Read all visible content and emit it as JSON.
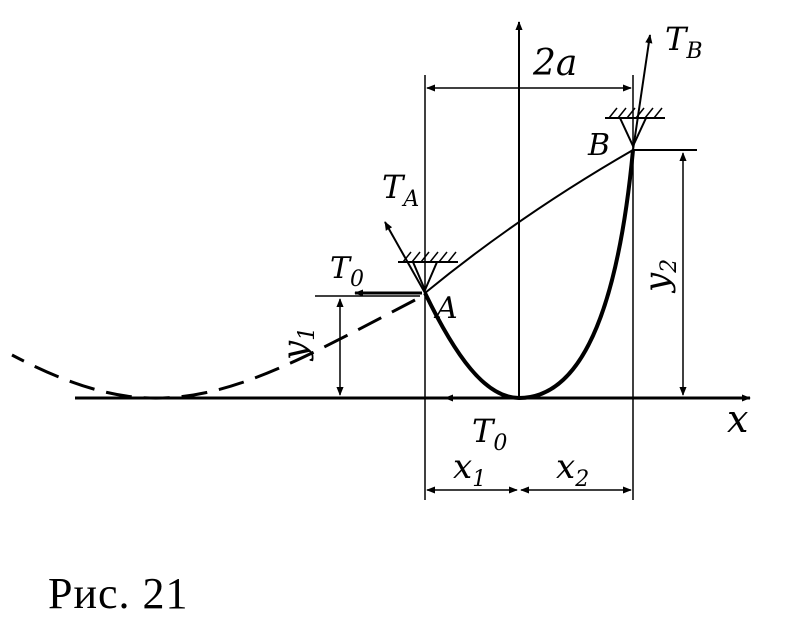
{
  "labels": {
    "width": "2a",
    "tension_b": "T",
    "tension_b_sub": "B",
    "tension_a": "T",
    "tension_a_sub": "A",
    "horizontal_at_a": "T",
    "horizontal_at_a_sub": "0",
    "horizontal_at_bottom": "T",
    "horizontal_at_bottom_sub": "0",
    "point_a": "A",
    "point_b": "B",
    "y1": "y",
    "y1_sub": "1",
    "y2": "y",
    "y2_sub": "2",
    "x1": "x",
    "x1_sub": "1",
    "x2": "x",
    "x2_sub": "2",
    "x_axis": "x"
  },
  "caption": "Рис. 21"
}
